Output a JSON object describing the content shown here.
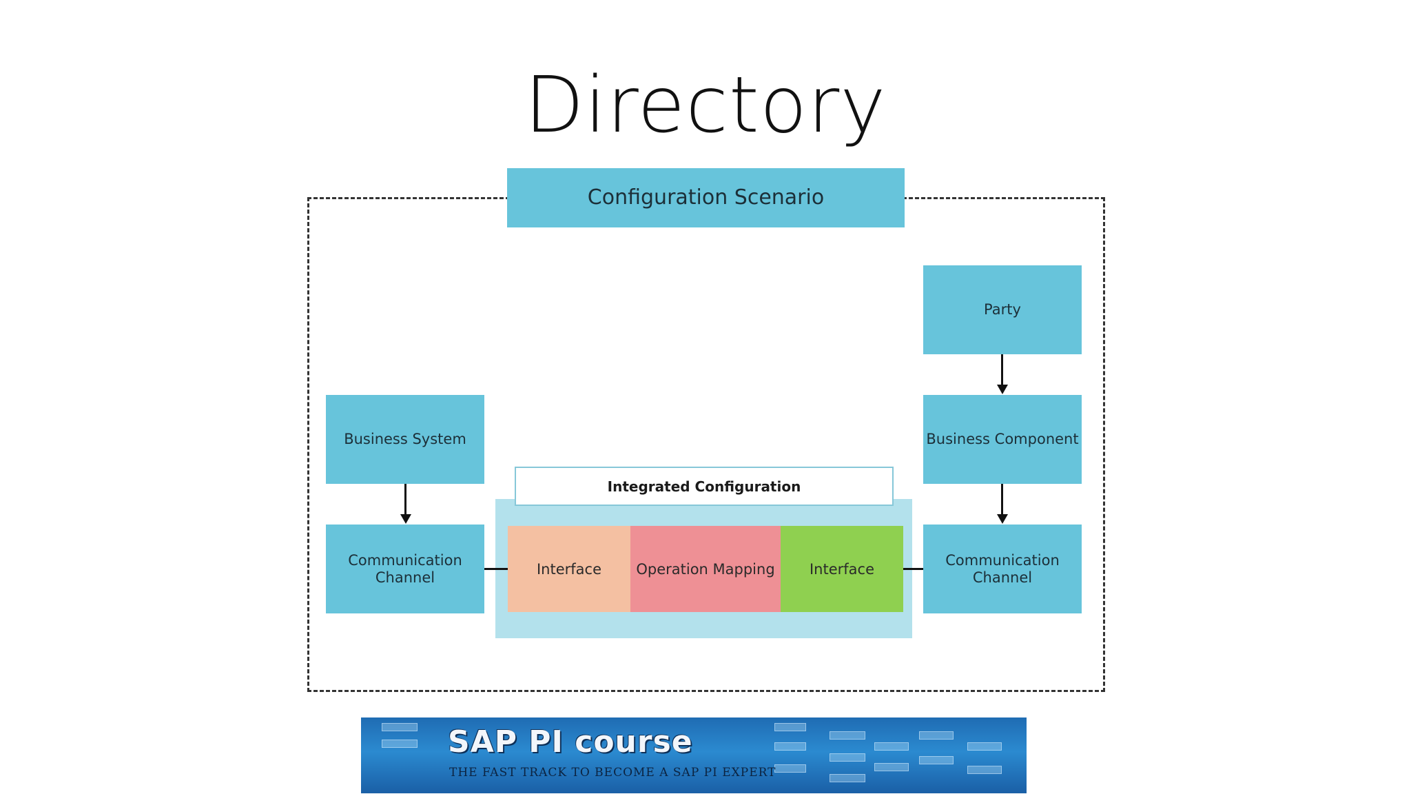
{
  "title": "Directory",
  "diagram": {
    "scenario": "Configuration Scenario",
    "party": "Party",
    "business_component": "Business Component",
    "business_system": "Business System",
    "communication_channel_left": "Communication\nChannel",
    "communication_channel_right": "Communication\nChannel",
    "integrated_configuration": "Integrated Configuration",
    "interface_left": "Interface",
    "operation_mapping": "Operation Mapping",
    "interface_right": "Interface"
  },
  "banner": {
    "title": "SAP PI course",
    "subtitle": "THE FAST TRACK TO BECOME A SAP PI EXPERT"
  },
  "colors": {
    "box": "#67c4db",
    "integrated_bg": "#b3e1ec",
    "interface_left": "#f4c0a2",
    "operation_mapping": "#ee9095",
    "interface_right": "#8fd050",
    "banner": "#2b8ad0"
  }
}
